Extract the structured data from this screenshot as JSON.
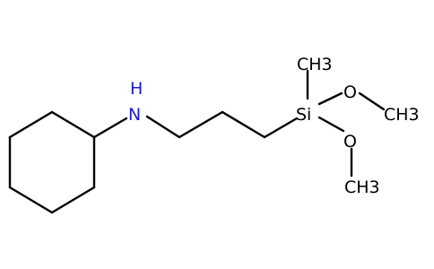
{
  "colors": {
    "bond": "#000000",
    "nitrogen": "#1a1ad6",
    "background": "#ffffff"
  },
  "molecule": {
    "atom_labels": {
      "nitrogen": "H",
      "nitrogen_element": "N",
      "silicon": "Si",
      "methyl_top": "CH3",
      "oxygen_right": "O",
      "methyl_right": "CH3",
      "oxygen_lower": "O",
      "methyl_lower": "CH3"
    }
  }
}
